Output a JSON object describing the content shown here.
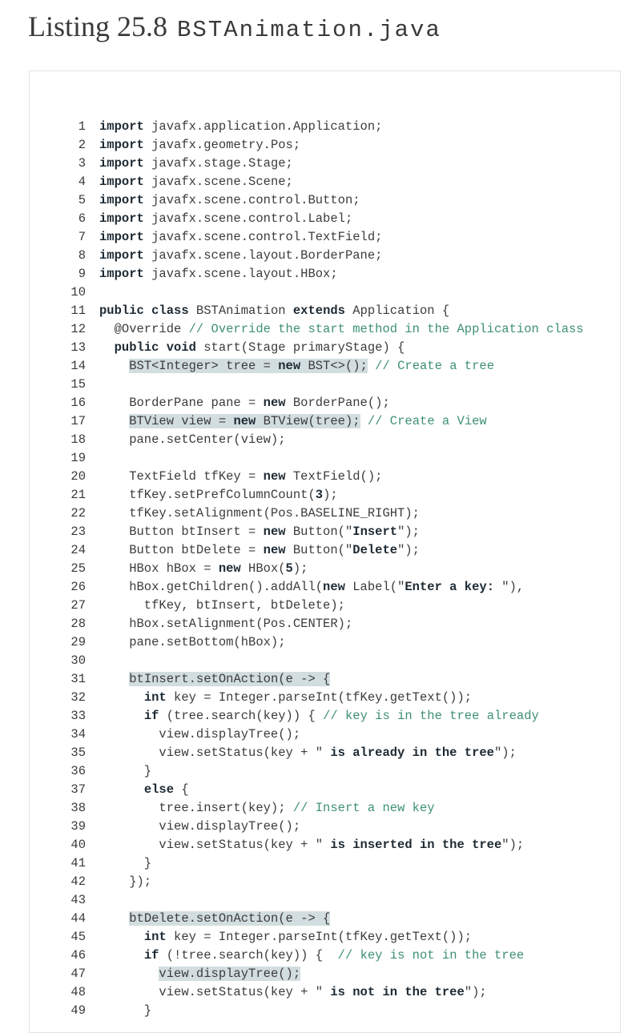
{
  "listing": {
    "title_prefix": "Listing 25.8",
    "file_name": "BSTAnimation.java"
  },
  "code_lines": [
    {
      "n": "1",
      "parts": [
        {
          "t": "import",
          "c": "kw"
        },
        {
          "t": " javafx.application.Application;"
        }
      ]
    },
    {
      "n": "2",
      "parts": [
        {
          "t": "import",
          "c": "kw"
        },
        {
          "t": " javafx.geometry.Pos;"
        }
      ]
    },
    {
      "n": "3",
      "parts": [
        {
          "t": "import",
          "c": "kw"
        },
        {
          "t": " javafx.stage.Stage;"
        }
      ]
    },
    {
      "n": "4",
      "parts": [
        {
          "t": "import",
          "c": "kw"
        },
        {
          "t": " javafx.scene.Scene;"
        }
      ]
    },
    {
      "n": "5",
      "parts": [
        {
          "t": "import",
          "c": "kw"
        },
        {
          "t": " javafx.scene.control.Button;"
        }
      ]
    },
    {
      "n": "6",
      "parts": [
        {
          "t": "import",
          "c": "kw"
        },
        {
          "t": " javafx.scene.control.Label;"
        }
      ]
    },
    {
      "n": "7",
      "parts": [
        {
          "t": "import",
          "c": "kw"
        },
        {
          "t": " javafx.scene.control.TextField;"
        }
      ]
    },
    {
      "n": "8",
      "parts": [
        {
          "t": "import",
          "c": "kw"
        },
        {
          "t": " javafx.scene.layout.BorderPane;"
        }
      ]
    },
    {
      "n": "9",
      "parts": [
        {
          "t": "import",
          "c": "kw"
        },
        {
          "t": " javafx.scene.layout.HBox;"
        }
      ]
    },
    {
      "n": "10",
      "parts": []
    },
    {
      "n": "11",
      "parts": [
        {
          "t": "public class",
          "c": "kw"
        },
        {
          "t": " BSTAnimation "
        },
        {
          "t": "extends",
          "c": "kw"
        },
        {
          "t": " Application {"
        }
      ]
    },
    {
      "n": "12",
      "parts": [
        {
          "t": "  @Override "
        },
        {
          "t": "// Override the start method in the Application class",
          "c": "cm"
        }
      ]
    },
    {
      "n": "13",
      "parts": [
        {
          "t": "  "
        },
        {
          "t": "public void",
          "c": "kw"
        },
        {
          "t": " start(Stage primaryStage) {"
        }
      ]
    },
    {
      "n": "14",
      "parts": [
        {
          "t": "    "
        },
        {
          "t": "BST<Integer> tree = ",
          "c": "hl"
        },
        {
          "t": "new",
          "c": "kw hl"
        },
        {
          "t": " BST<>();",
          "c": "hl"
        },
        {
          "t": " "
        },
        {
          "t": "// Create a tree",
          "c": "cm"
        }
      ]
    },
    {
      "n": "15",
      "parts": []
    },
    {
      "n": "16",
      "parts": [
        {
          "t": "    BorderPane pane = "
        },
        {
          "t": "new",
          "c": "kw"
        },
        {
          "t": " BorderPane();"
        }
      ]
    },
    {
      "n": "17",
      "parts": [
        {
          "t": "    "
        },
        {
          "t": "BTView view = ",
          "c": "hl"
        },
        {
          "t": "new",
          "c": "kw hl"
        },
        {
          "t": " BTView(tree);",
          "c": "hl"
        },
        {
          "t": " "
        },
        {
          "t": "// Create a View",
          "c": "cm"
        }
      ]
    },
    {
      "n": "18",
      "parts": [
        {
          "t": "    pane.setCenter(view);"
        }
      ]
    },
    {
      "n": "19",
      "parts": []
    },
    {
      "n": "20",
      "parts": [
        {
          "t": "    TextField tfKey = "
        },
        {
          "t": "new",
          "c": "kw"
        },
        {
          "t": " TextField();"
        }
      ]
    },
    {
      "n": "21",
      "parts": [
        {
          "t": "    tfKey.setPrefColumnCount("
        },
        {
          "t": "3",
          "c": "kw"
        },
        {
          "t": ");"
        }
      ]
    },
    {
      "n": "22",
      "parts": [
        {
          "t": "    tfKey.setAlignment(Pos.BASELINE_RIGHT);"
        }
      ]
    },
    {
      "n": "23",
      "parts": [
        {
          "t": "    Button btInsert = "
        },
        {
          "t": "new",
          "c": "kw"
        },
        {
          "t": " Button(\""
        },
        {
          "t": "Insert",
          "c": "st"
        },
        {
          "t": "\");"
        }
      ]
    },
    {
      "n": "24",
      "parts": [
        {
          "t": "    Button btDelete = "
        },
        {
          "t": "new",
          "c": "kw"
        },
        {
          "t": " Button(\""
        },
        {
          "t": "Delete",
          "c": "st"
        },
        {
          "t": "\");"
        }
      ]
    },
    {
      "n": "25",
      "parts": [
        {
          "t": "    HBox hBox = "
        },
        {
          "t": "new",
          "c": "kw"
        },
        {
          "t": " HBox("
        },
        {
          "t": "5",
          "c": "kw"
        },
        {
          "t": ");"
        }
      ]
    },
    {
      "n": "26",
      "parts": [
        {
          "t": "    hBox.getChildren().addAll("
        },
        {
          "t": "new",
          "c": "kw"
        },
        {
          "t": " Label(\""
        },
        {
          "t": "Enter a key: ",
          "c": "st"
        },
        {
          "t": "\"),"
        }
      ]
    },
    {
      "n": "27",
      "parts": [
        {
          "t": "      tfKey, btInsert, btDelete);"
        }
      ]
    },
    {
      "n": "28",
      "parts": [
        {
          "t": "    hBox.setAlignment(Pos.CENTER);"
        }
      ]
    },
    {
      "n": "29",
      "parts": [
        {
          "t": "    pane.setBottom(hBox);"
        }
      ]
    },
    {
      "n": "30",
      "parts": []
    },
    {
      "n": "31",
      "parts": [
        {
          "t": "    "
        },
        {
          "t": "btInsert.setOnAction(e -> {",
          "c": "hl"
        }
      ]
    },
    {
      "n": "32",
      "parts": [
        {
          "t": "      "
        },
        {
          "t": "int",
          "c": "kw"
        },
        {
          "t": " key = Integer.parseInt(tfKey.getText());"
        }
      ]
    },
    {
      "n": "33",
      "parts": [
        {
          "t": "      "
        },
        {
          "t": "if",
          "c": "kw"
        },
        {
          "t": " (tree.search(key)) { "
        },
        {
          "t": "// key is in the tree already",
          "c": "cm"
        }
      ]
    },
    {
      "n": "34",
      "parts": [
        {
          "t": "        view.displayTree();"
        }
      ]
    },
    {
      "n": "35",
      "parts": [
        {
          "t": "        view.setStatus(key + \""
        },
        {
          "t": " is already in the tree",
          "c": "st"
        },
        {
          "t": "\");"
        }
      ]
    },
    {
      "n": "36",
      "parts": [
        {
          "t": "      }"
        }
      ]
    },
    {
      "n": "37",
      "parts": [
        {
          "t": "      "
        },
        {
          "t": "else",
          "c": "kw"
        },
        {
          "t": " {"
        }
      ]
    },
    {
      "n": "38",
      "parts": [
        {
          "t": "        tree.insert(key); "
        },
        {
          "t": "// Insert a new key",
          "c": "cm"
        }
      ]
    },
    {
      "n": "39",
      "parts": [
        {
          "t": "        view.displayTree();"
        }
      ]
    },
    {
      "n": "40",
      "parts": [
        {
          "t": "        view.setStatus(key + \""
        },
        {
          "t": " is inserted in the tree",
          "c": "st"
        },
        {
          "t": "\");"
        }
      ]
    },
    {
      "n": "41",
      "parts": [
        {
          "t": "      }"
        }
      ]
    },
    {
      "n": "42",
      "parts": [
        {
          "t": "    });"
        }
      ]
    },
    {
      "n": "43",
      "parts": []
    },
    {
      "n": "44",
      "parts": [
        {
          "t": "    "
        },
        {
          "t": "btDelete.setOnAction(e -> {",
          "c": "hl"
        }
      ]
    },
    {
      "n": "45",
      "parts": [
        {
          "t": "      "
        },
        {
          "t": "int",
          "c": "kw"
        },
        {
          "t": " key = Integer.parseInt(tfKey.getText());"
        }
      ]
    },
    {
      "n": "46",
      "parts": [
        {
          "t": "      "
        },
        {
          "t": "if",
          "c": "kw"
        },
        {
          "t": " (!tree.search(key)) {  "
        },
        {
          "t": "// key is not in the tree",
          "c": "cm"
        }
      ]
    },
    {
      "n": "47",
      "parts": [
        {
          "t": "        "
        },
        {
          "t": "view.displayTree();",
          "c": "hl"
        }
      ]
    },
    {
      "n": "48",
      "parts": [
        {
          "t": "        view.setStatus(key + \""
        },
        {
          "t": " is not in the tree",
          "c": "st"
        },
        {
          "t": "\");"
        }
      ]
    },
    {
      "n": "49",
      "parts": [
        {
          "t": "      }"
        }
      ]
    }
  ]
}
